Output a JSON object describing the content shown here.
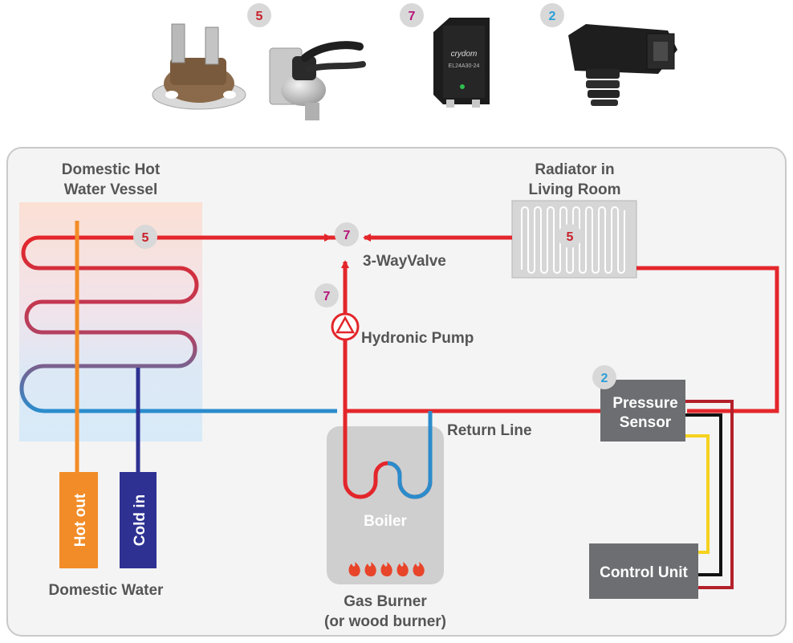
{
  "labels": {
    "dhw_vessel": [
      "Domestic Hot",
      "Water Vessel"
    ],
    "radiator": [
      "Radiator in",
      "Living Room"
    ],
    "three_way_valve": "3-WayValve",
    "hydronic_pump": "Hydronic Pump",
    "return_line": "Return Line",
    "pressure_sensor": [
      "Pressure",
      "Sensor"
    ],
    "control_unit": "Control Unit",
    "boiler": "Boiler",
    "gas_burner": [
      "Gas Burner",
      "(or wood burner)"
    ],
    "hot_out": "Hot out",
    "cold_in": "Cold in",
    "domestic_water": "Domestic Water"
  },
  "badges": {
    "top_thermostat": "5",
    "top_relay": "7",
    "top_sensor": "2",
    "vessel": "5",
    "valve": "7",
    "pump": "7",
    "radiator": "5",
    "pressure_sensor": "2"
  },
  "product_images": {
    "thermostat_1": "bimetal-thermostat",
    "thermostat_2": "clip-on-thermostat",
    "relay": "solid-state-relay",
    "relay_print": [
      "crydom",
      "EL24A30-24"
    ],
    "sensor": "pressure-sensor"
  },
  "colors": {
    "hot": "#e3262b",
    "cold": "#2b8ccc",
    "hot_out": "#f28c28",
    "cold_in": "#2e3192",
    "badge_5": "#c8202a",
    "badge_7": "#b5167a",
    "badge_2": "#2b9fd8",
    "panel": "#f4f4f4",
    "unit_box": "#6d6e71"
  }
}
